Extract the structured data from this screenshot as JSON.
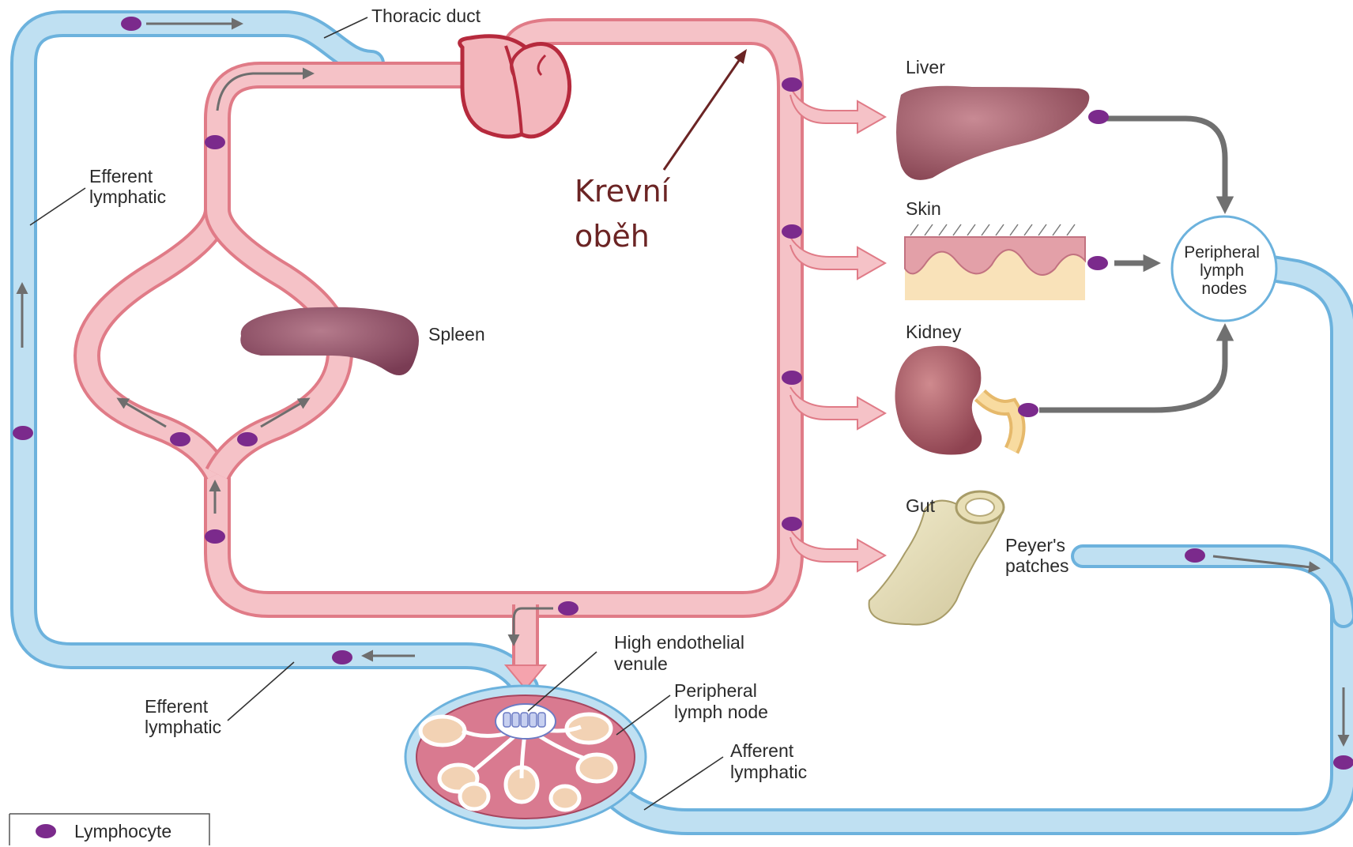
{
  "labels": {
    "thoracic_duct": "Thoracic duct",
    "efferent_lymphatic_top": [
      "Efferent",
      "lymphatic"
    ],
    "efferent_lymphatic_bottom": [
      "Efferent",
      "lymphatic"
    ],
    "spleen": "Spleen",
    "krevni_obeh": [
      "Krevní",
      "oběh"
    ],
    "liver": "Liver",
    "skin": "Skin",
    "kidney": "Kidney",
    "gut": "Gut",
    "peyers_patches": [
      "Peyer's",
      "patches"
    ],
    "peripheral_lymph_nodes": [
      "Peripheral",
      "lymph",
      "nodes"
    ],
    "high_endothelial_venule": [
      "High endothelial",
      "venule"
    ],
    "peripheral_lymph_node": [
      "Peripheral",
      "lymph node"
    ],
    "afferent_lymphatic": [
      "Afferent",
      "lymphatic"
    ]
  },
  "legend": {
    "label": "Lymphocyte"
  },
  "colors": {
    "blood_vessel": "#f5c2c7",
    "blood_vessel_edge": "#e07b87",
    "lymph_vessel": "#bfe0f2",
    "lymph_vessel_edge": "#6cb2dd",
    "lymphocyte": "#7b2a8c",
    "organ": "#9b4a5e",
    "arrow_grey": "#6e6e6e",
    "annotation_arrow": "#6b2424"
  }
}
